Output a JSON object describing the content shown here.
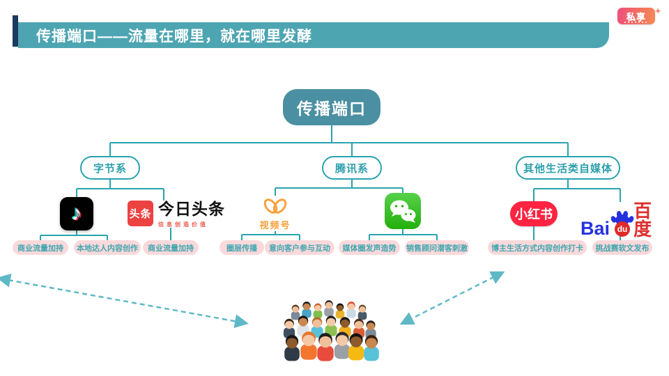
{
  "header": {
    "title": "传播端口——流量在哪里，就在哪里发酵"
  },
  "brand": {
    "text": "私享",
    "plus": "+"
  },
  "tree": {
    "root": "传播端口",
    "branches": [
      "字节系",
      "腾讯系",
      "其他生活类自媒体"
    ],
    "platforms": {
      "toutiao_icon": "头条",
      "toutiao_name": "今日头条",
      "toutiao_slogan": "信息创造价值",
      "channels_label": "视频号",
      "xiaohongshu": "小红书",
      "baidu_bai": "Bai",
      "baidu_du": "du",
      "baidu_cn": "百度",
      "douyin_note_glyph": "♪"
    },
    "leaves": [
      "商业流量加持",
      "本地达人内容创作",
      "商业流量加持",
      "圈层传播",
      "意向客户参与互动",
      "媒体圈发声造势",
      "销售顾问潜客刺激",
      "博主生活方式内容创作打卡",
      "挑战赛软文发布"
    ]
  },
  "icons": {
    "douyin": "douyin-music-note-icon",
    "wechat": "wechat-chat-bubbles-icon",
    "channels": "wechat-channels-butterfly-icon",
    "baidu_paw": "baidu-paw-icon",
    "crowd": "crowd-of-people-illustration"
  },
  "colors": {
    "banner_teal": "#4ea5b2",
    "node_teal": "#4a8fa2",
    "line_teal": "#29a3ae",
    "leaf_pink": "#f9d9db",
    "leaf_text": "#41a6b0",
    "accent_navy": "#1c3a5e",
    "arrow_teal": "#5fb8c6",
    "toutiao_red": "#ed4242",
    "xiaohongshu_red": "#ff2442",
    "baidu_blue": "#2632de",
    "channels_orange": "#f7a13c",
    "wechat_green": "#2db410"
  }
}
